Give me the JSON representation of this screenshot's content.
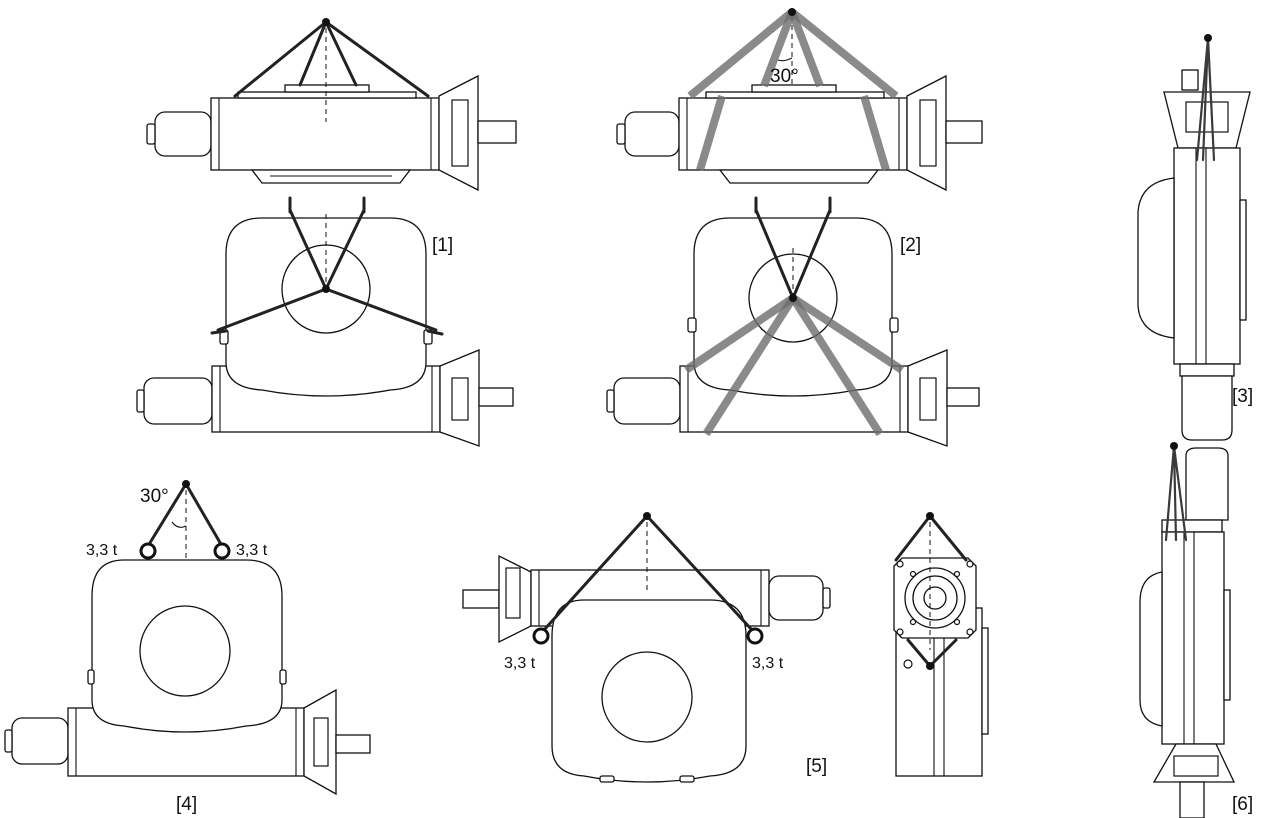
{
  "figure": {
    "view_labels": {
      "v1": "[1]",
      "v2": "[2]",
      "v3": "[3]",
      "v4": "[4]",
      "v5": "[5]",
      "v6": "[6]"
    },
    "angles": {
      "v2": "30°",
      "v4": "30°"
    },
    "loads": {
      "v4_left": "3,3 t",
      "v4_right": "3,3 t",
      "v5_left": "3,3 t",
      "v5_right": "3,3 t"
    }
  }
}
